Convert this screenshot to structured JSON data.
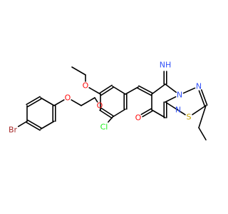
{
  "colors": {
    "bond": "#000000",
    "C": "#000000",
    "O": "#ff0d0d",
    "N": "#3050f8",
    "S": "#c6a300",
    "Cl": "#1ff01f",
    "Br": "#a62929"
  },
  "labels": {
    "br": "Br",
    "o_phenoxy": "O",
    "o_ether": "O",
    "o_ethoxy": "O",
    "cl": "Cl",
    "nh_imino": "NH",
    "n_bridge": "N",
    "n_thiadiazole": "N",
    "s_thiadiazole": "S",
    "n_pyrimidine": "N",
    "o_carbonyl": "O"
  }
}
